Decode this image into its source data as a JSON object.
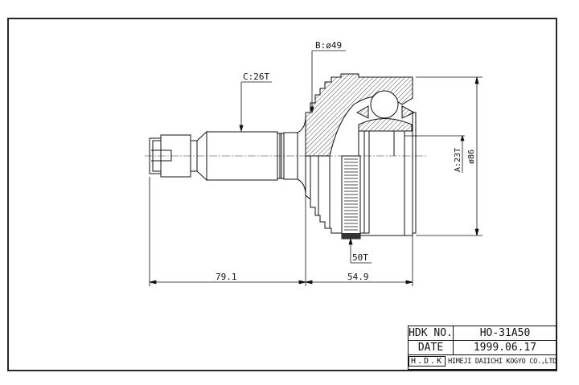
{
  "drawing": {
    "labels": {
      "spline_c": "C:26T",
      "seal_b": "B:ø49",
      "spline_a": "A:23T",
      "outer_dia": "ø86",
      "abs_teeth": "50T"
    },
    "dimensions": {
      "shaft_length": "79.1",
      "housing_length": "54.9"
    }
  },
  "title_block": {
    "part_no_label": "HDK NO.",
    "part_no": "HO-31A50",
    "date_label": "DATE",
    "date": "1999.06.17",
    "logo": "H.D.K",
    "company": "HIMEJI DAIICHI KOGYO CO.,LTD"
  }
}
